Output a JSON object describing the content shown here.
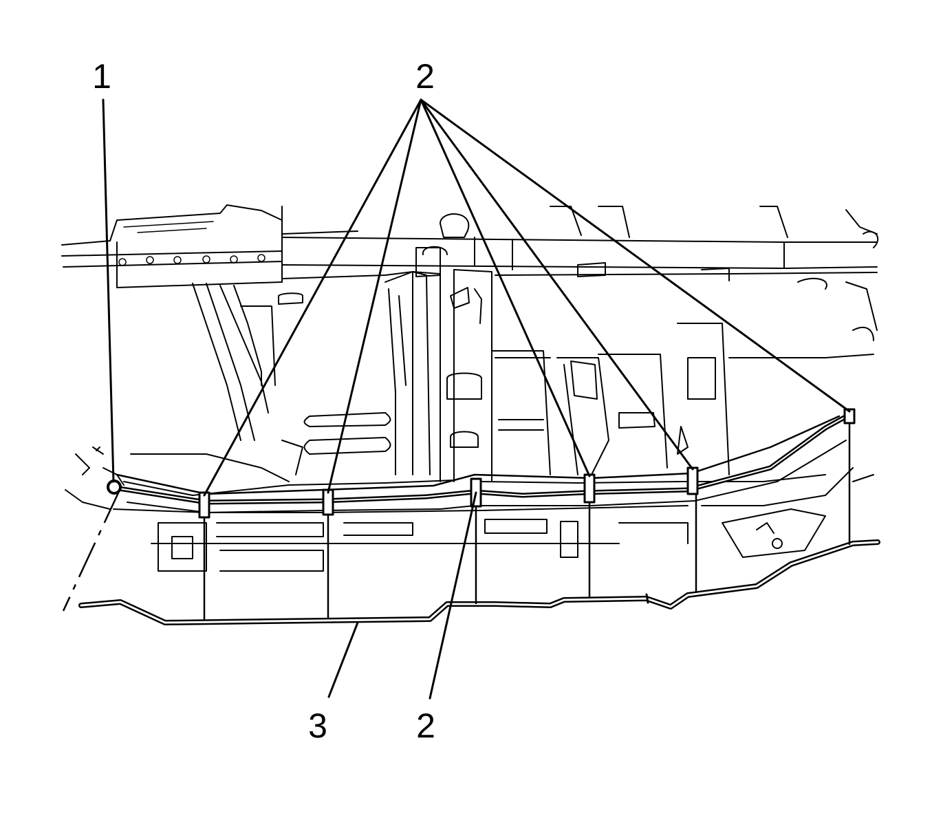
{
  "callouts": {
    "c1": "1",
    "c2_top": "2",
    "c2_bottom": "2",
    "c3": "3"
  },
  "colors": {
    "ink": "#000000",
    "paper": "#ffffff"
  }
}
